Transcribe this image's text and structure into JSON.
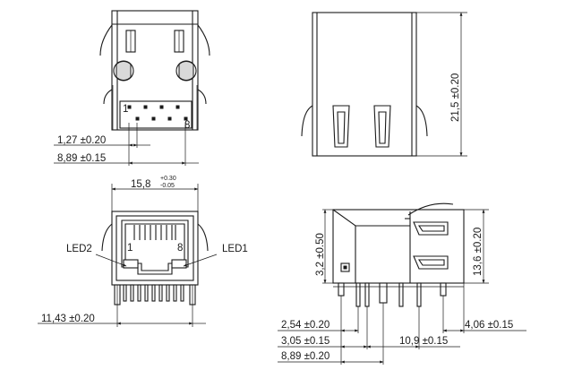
{
  "views": {
    "top_view": {
      "pin_first": "1",
      "pin_last": "8",
      "dim_pin_pitch": "1,27 ±0.20",
      "dim_pin_span": "8,89 ±0.15"
    },
    "side_view": {
      "dim_height": "21,5 ±0.20"
    },
    "front_view": {
      "dim_width_main": "15,8",
      "dim_width_tol_upper": "+0.30",
      "dim_width_tol_lower": "-0.05",
      "led_left": "LED2",
      "led_right": "LED1",
      "pin_first": "1",
      "pin_last": "8",
      "dim_pcb_width": "11,43 ±0.20"
    },
    "profile_view": {
      "dim_offset_height": "3,2 ±0.50",
      "dim_body_height": "13,6 ±0.20",
      "dim_pin_1": "2,54 ±0.20",
      "dim_pin_2": "3,05 ±0.15",
      "dim_pin_3": "8,89 ±0.20",
      "dim_pin_4": "10,9 ±0.15",
      "dim_pin_5": "4,06 ±0.15"
    }
  }
}
